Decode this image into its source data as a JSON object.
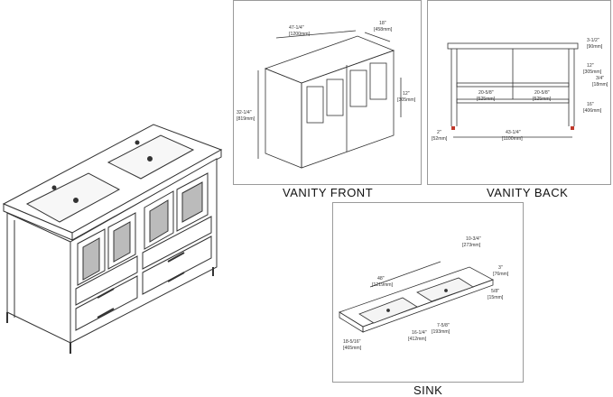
{
  "captions": {
    "front": "VANITY FRONT",
    "back": "VANITY BACK",
    "sink": "SINK"
  },
  "front_dims": {
    "width_in": "47-1/4\"",
    "width_mm": "[1200mm]",
    "depth_in": "18\"",
    "depth_mm": "[458mm]",
    "height_in": "32-1/4\"",
    "height_mm": "[819mm]",
    "leg_in": "12\"",
    "leg_mm": "[305mm]"
  },
  "back_dims": {
    "top_in": "3-1/2\"",
    "top_mm": "[90mm]",
    "gap_in": "12\"",
    "gap_mm": "[305mm]",
    "shelf_in": "3/4\"",
    "shelf_mm": "[18mm]",
    "leg_in": "16\"",
    "leg_mm": "[406mm]",
    "left_open_in": "20-5/8\"",
    "left_open_mm": "[525mm]",
    "right_open_in": "20-5/8\"",
    "right_open_mm": "[525mm]",
    "foot_in": "2\"",
    "foot_mm": "[52mm]",
    "total_in": "43-1/4\"",
    "total_mm": "[1100mm]"
  },
  "sink_dims": {
    "length_in": "48\"",
    "length_mm": "[1219mm]",
    "bowl_w_in": "10-3/4\"",
    "bowl_w_mm": "[273mm]",
    "lip_in": "3\"",
    "lip_mm": "[76mm]",
    "thick_in": "5/8\"",
    "thick_mm": "[15mm]",
    "bowl_d_in": "7-5/8\"",
    "bowl_d_mm": "[193mm]",
    "bowl_l_in": "16-1/4\"",
    "bowl_l_mm": "[412mm]",
    "depth_in": "18-5/16\"",
    "depth_mm": "[465mm]"
  },
  "colors": {
    "line": "#333333",
    "frame": "#9a9a9a",
    "accent": "#c0392b"
  }
}
